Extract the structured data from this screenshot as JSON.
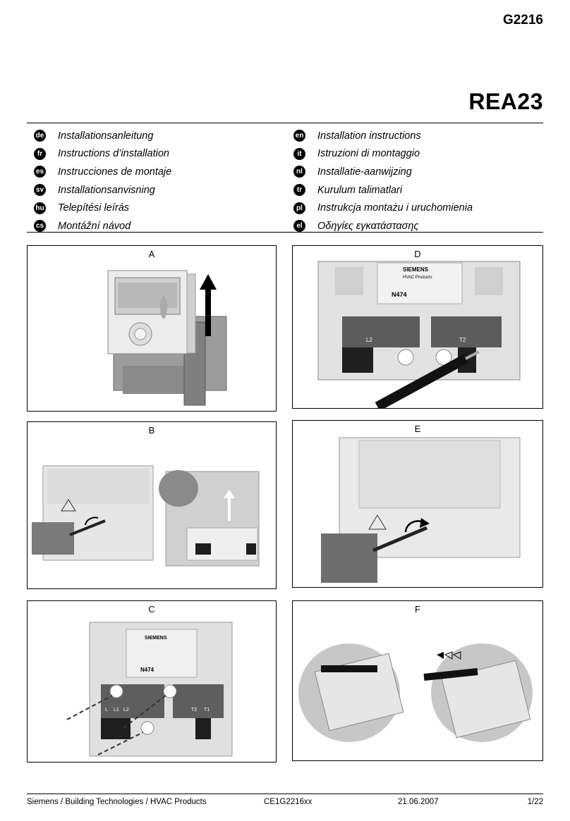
{
  "header": {
    "doc_code": "G2216",
    "product": "REA23"
  },
  "languages_left": [
    {
      "code": "de",
      "title": "Installationsanleitung"
    },
    {
      "code": "fr",
      "title": "Instructions d’installation"
    },
    {
      "code": "es",
      "title": "Instrucciones de montaje"
    },
    {
      "code": "sv",
      "title": "Installationsanvisning"
    },
    {
      "code": "hu",
      "title": "Telepítési leírás"
    },
    {
      "code": "cs",
      "title": "Montážní návod"
    }
  ],
  "languages_right": [
    {
      "code": "en",
      "title": "Installation instructions"
    },
    {
      "code": "it",
      "title": "Istruzioni di montaggio"
    },
    {
      "code": "nl",
      "title": "Installatie-aanwijzing"
    },
    {
      "code": "tr",
      "title": "Kurulum talimatlari"
    },
    {
      "code": "pl",
      "title": "Instrukcja montażu i uruchomienia"
    },
    {
      "code": "el",
      "title": "Οδηγίες εγκατάστασης"
    }
  ],
  "figures": {
    "a": {
      "label": "A"
    },
    "b": {
      "label": "B"
    },
    "c": {
      "label": "C"
    },
    "d": {
      "label": "D"
    },
    "e": {
      "label": "E"
    },
    "f": {
      "label": "F"
    }
  },
  "device_labels": {
    "brand": "SIEMENS",
    "division": "HVAC Products",
    "mark": "N474",
    "terminal_l2": "L2",
    "terminal_l": "L",
    "terminal_l1": "L1",
    "terminal_t1": "T1",
    "terminal_t2": "T2"
  },
  "footer": {
    "company": "Siemens / Building Technologies / HVAC Products",
    "doc_number": "CE1G2216xx",
    "date": "21.06.2007",
    "page": "1/22"
  }
}
